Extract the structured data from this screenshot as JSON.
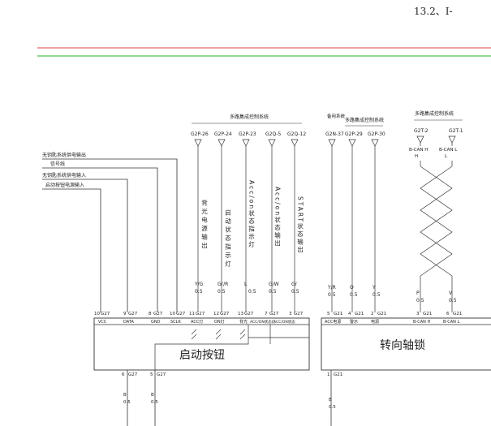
{
  "header": {
    "section_title": "13.2、I-",
    "rule_colors": {
      "red": "#e86a6a",
      "green": "#4ec24e"
    }
  },
  "left_signals": [
    "无钥匙系统供电输出",
    "信号线",
    "无钥匙系统供电输入",
    "启动按钮电源输入"
  ],
  "left_bundle": {
    "title": "多路集成控制系统",
    "connectors": [
      "G2P-26",
      "G2P-24",
      "G2P-23",
      "G2Q-5",
      "G2Q-12"
    ],
    "signals": [
      "背光电源输出",
      "启动状态指示灯",
      "Acc/on状态指示灯",
      "Acc/on状态输出",
      "START状态输出"
    ],
    "wires": [
      {
        "color": "Y/G",
        "size": "0.5"
      },
      {
        "color": "Gr/R",
        "size": "0.5"
      },
      {
        "color": "L",
        "size": "0.5"
      },
      {
        "color": "G/W",
        "size": "0.5"
      },
      {
        "color": "Gr",
        "size": "0.5"
      }
    ]
  },
  "right_bundle": {
    "side_connector": {
      "title": "备用系统",
      "id": "G2N-37"
    },
    "title": "多路集成控制系统",
    "connectors": [
      "G2P-29",
      "G2P-30"
    ],
    "wires": [
      {
        "color": "Y/R",
        "size": "0.5"
      },
      {
        "color": "O",
        "size": "0.5"
      },
      {
        "color": "Y",
        "size": "0.5"
      }
    ]
  },
  "can_bundle": {
    "title": "多路集成控制系统",
    "connectors": [
      "G2T-2",
      "G2T-1"
    ],
    "can_labels": [
      "B-CAN H",
      "B-CAN L"
    ],
    "wires": [
      {
        "color": "P",
        "size": "0.5"
      },
      {
        "color": "V",
        "size": "0.5"
      }
    ]
  },
  "start_button": {
    "title": "启动按钮",
    "pins": [
      {
        "pin": "10",
        "conn": "G27",
        "label": "VCC"
      },
      {
        "pin": "9",
        "conn": "G27",
        "label": "DATA"
      },
      {
        "pin": "8",
        "conn": "G27",
        "label": "GND"
      },
      {
        "pin": "10",
        "conn": "G27",
        "label": "SCLK"
      },
      {
        "pin": "11",
        "conn": "G27",
        "label": "ACC灯"
      },
      {
        "pin": "12",
        "conn": "G27",
        "label": "ON灯"
      },
      {
        "pin": "13",
        "conn": "G27",
        "label": "背光"
      },
      {
        "pin": "7",
        "conn": "G27",
        "label": "ACC/ON状态灯"
      },
      {
        "pin": "3",
        "conn": "G27",
        "label": "ACC/ON状态"
      }
    ],
    "bottom_pins": [
      {
        "pin": "6",
        "conn": "G27"
      },
      {
        "pin": "5",
        "conn": "G27"
      }
    ],
    "bottom_wires": [
      {
        "color": "B",
        "size": "0.5"
      },
      {
        "color": "B",
        "size": "0.5"
      }
    ]
  },
  "steering_lock": {
    "title": "转向轴锁",
    "pins": [
      {
        "pin": "5",
        "conn": "G21",
        "label": "ACC电源"
      },
      {
        "pin": "4",
        "conn": "G21",
        "label": "警示"
      },
      {
        "pin": "2",
        "conn": "G21",
        "label": "电源"
      },
      {
        "pin": "3",
        "conn": "G21",
        "label": "B-CAN H"
      },
      {
        "pin": "6",
        "conn": "G21",
        "label": "B-CAN L"
      }
    ],
    "bottom_pin": {
      "pin": "1",
      "conn": "G21"
    },
    "bottom_wire": {
      "color": "B",
      "size": "0.5"
    }
  }
}
